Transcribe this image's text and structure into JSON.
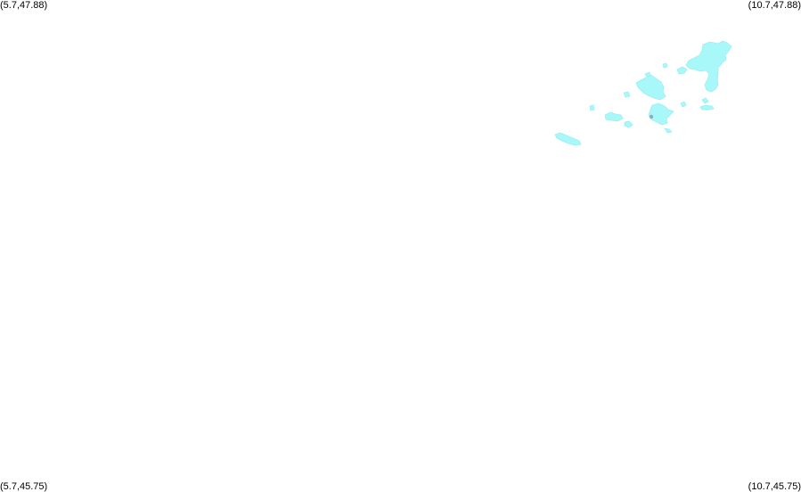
{
  "map": {
    "background_color": "#ffffff",
    "feature_color": "#a8f8fa",
    "feature_outline_color": "#9beef2",
    "point_marker_color": "#8fa9c6",
    "corners": {
      "top_left": "(5.7,47.88)",
      "top_right": "(10.7,47.88)",
      "bottom_left": "(5.7,45.75)",
      "bottom_right": "(10.7,45.75)"
    }
  }
}
